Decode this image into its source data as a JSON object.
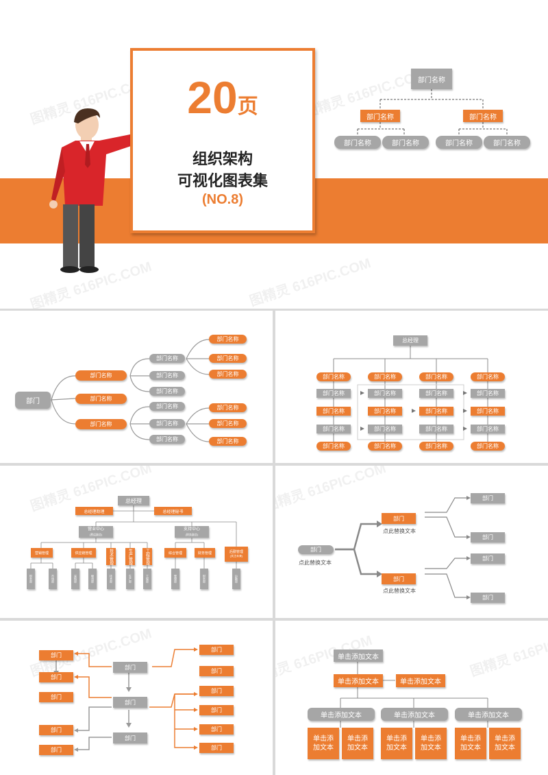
{
  "cover": {
    "number": "20",
    "unit": "页",
    "line1": "组织架构",
    "line2": "可视化图表集",
    "line3": "(NO.8)",
    "org": {
      "root": "部门名称",
      "mid": [
        "部门名称",
        "部门名称"
      ],
      "leaves": [
        "部门名称",
        "部门名称",
        "部门名称",
        "部门名称"
      ]
    }
  },
  "watermark": "图精灵 616PIC.COM",
  "s2": {
    "root": "部门",
    "mid": [
      "部门名称",
      "部门名称",
      "部门名称"
    ],
    "gray_top": [
      "部门名称",
      "部门名称",
      "部门名称"
    ],
    "gray_bottom": [
      "部门名称",
      "部门名称",
      "部门名称"
    ],
    "orange_top": [
      "部门名称",
      "部门名称",
      "部门名称"
    ],
    "orange_bottom": [
      "部门名称",
      "部门名称",
      "部门名称"
    ]
  },
  "s3": {
    "root": "总经理",
    "cols": [
      "部门名称",
      "部门名称",
      "部门名称",
      "部门名称"
    ],
    "cell": "部门名称"
  },
  "s4": {
    "root": "总经理",
    "assist1": "总经理助理",
    "assist2": "总经理秘书",
    "center1": "营业中心",
    "center1_sub": "(营运副总)",
    "center2": "支持中心",
    "center2_sub": "(财务副总)",
    "depts": [
      "营销管理",
      "供应链管理",
      "技术管理",
      "生产管理",
      "工程管理",
      "综合管理",
      "财务管理",
      "后勤管理"
    ],
    "dept_extra": "(关注未来)",
    "leaves": [
      "财务部",
      "市场部",
      "采购部",
      "物流部",
      "技术部",
      "生产部",
      "工程部",
      "管理部",
      "财务部",
      "后勤部"
    ]
  },
  "s5": {
    "root": "部门",
    "root_caption": "点此替换文本",
    "mid": [
      "部门",
      "部门"
    ],
    "mid_caption": "点此替换文本",
    "leaves": [
      "部门",
      "部门",
      "部门",
      "部门"
    ]
  },
  "s6": {
    "center": [
      "部门",
      "部门",
      "部门"
    ],
    "left": [
      "部门",
      "部门",
      "部门",
      "部门",
      "部门"
    ],
    "right": [
      "部门",
      "部门",
      "部门",
      "部门",
      "部门",
      "部门"
    ]
  },
  "s7": {
    "root": "单击添加文本",
    "mid1": "单击添加文本",
    "mid2": "单击添加文本",
    "groups": [
      "单击添加文本",
      "单击添加文本",
      "单击添加文本"
    ],
    "cell_line1": "单击添",
    "cell_line2": "加文本"
  }
}
